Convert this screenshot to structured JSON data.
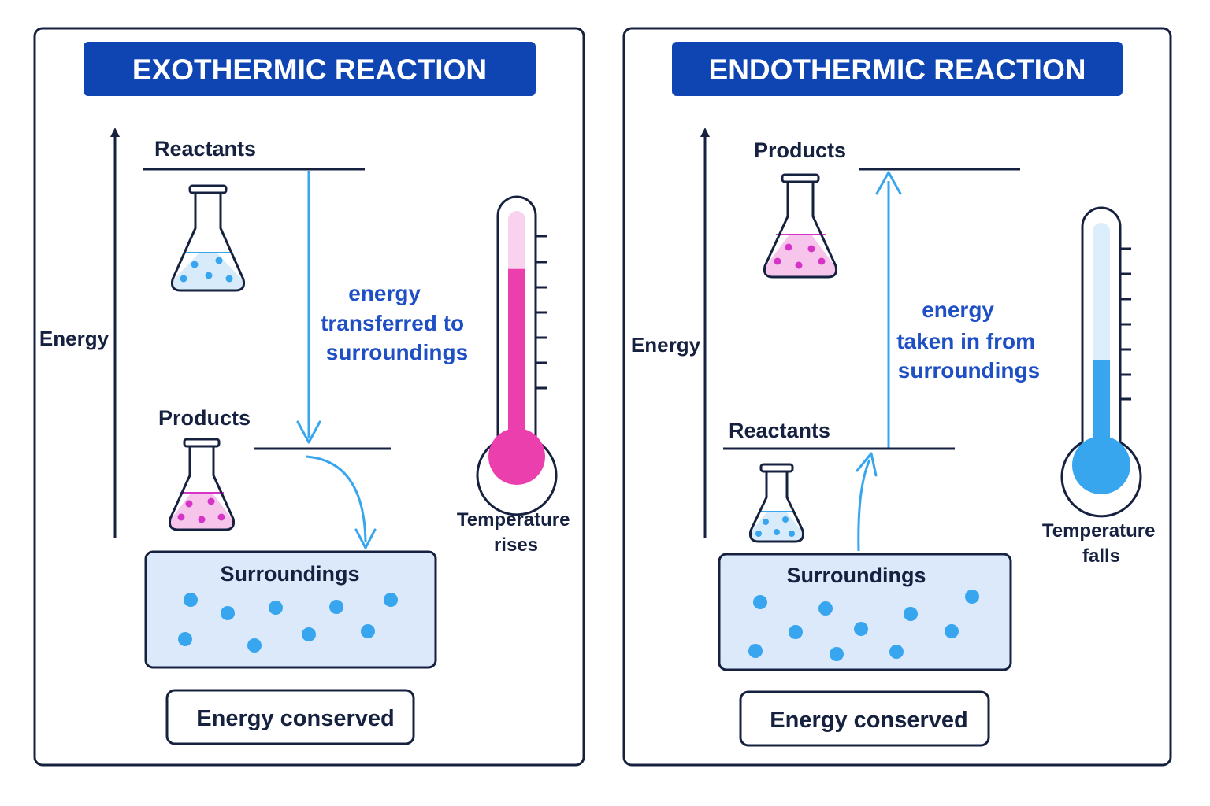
{
  "panels": {
    "exo": {
      "title": "EXOTHERMIC REACTION",
      "axis_label": "Energy",
      "upper_level_label": "Reactants",
      "lower_level_label": "Products",
      "energy_text": [
        "energy",
        "transferred to",
        "surroundings"
      ],
      "surroundings_label": "Surroundings",
      "thermometer_caption": [
        "Temperature",
        "rises"
      ],
      "conserved_label": "Energy conserved",
      "thermometer_level": 0.78,
      "liquid_color": "#ec3fae"
    },
    "endo": {
      "title": "ENDOTHERMIC REACTION",
      "axis_label": "Energy",
      "upper_level_label": "Products",
      "lower_level_label": "Reactants",
      "energy_text": [
        "energy",
        "taken in from",
        "surroundings"
      ],
      "surroundings_label": "Surroundings",
      "thermometer_caption": [
        "Temperature",
        "falls"
      ],
      "conserved_label": "Energy conserved",
      "thermometer_level": 0.44,
      "liquid_color": "#38a6ef"
    }
  },
  "colors": {
    "title_banner": "#0f44b3",
    "arrow_blue": "#38a6ef",
    "text_blue": "#1f4fc4",
    "outline": "#15213f",
    "surroundings_fill": "#dbe9fb",
    "particle_blue": "#38a6ef",
    "particle_pink": "#d534c6",
    "flask_blue_fill": "#d8ebfb",
    "flask_pink_fill": "#f7c5ec"
  },
  "icons": {
    "flask": "erlenmeyer-flask-icon",
    "thermometer": "thermometer-icon"
  }
}
